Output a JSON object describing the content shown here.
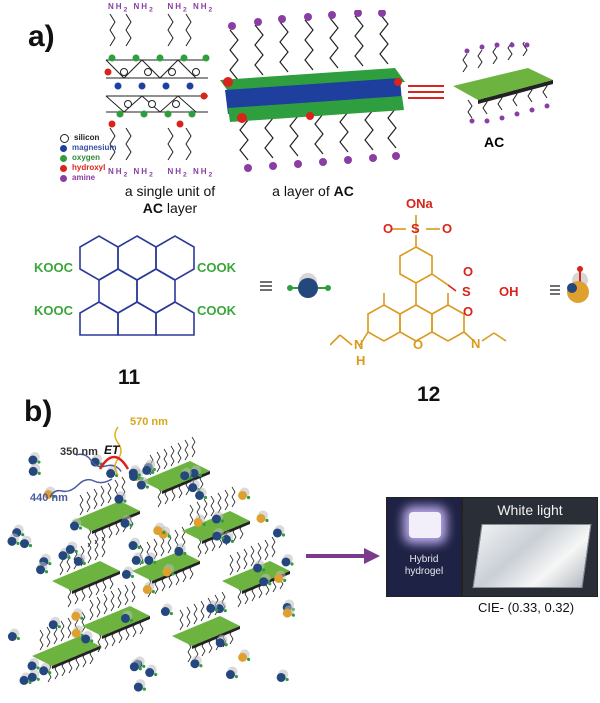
{
  "panel_a": {
    "label": "a)",
    "amine_top": [
      "NH",
      "NH",
      "NH",
      "NH"
    ],
    "amine_bottom": [
      "NH",
      "NH",
      "NH",
      "NH"
    ],
    "legend": [
      {
        "label": "silicon",
        "color": "#ffffff",
        "text_color": "#222222"
      },
      {
        "label": "magnesium",
        "color": "#1f3f9f",
        "text_color": "#3a4fa0"
      },
      {
        "label": "oxygen",
        "color": "#2e9e3e",
        "text_color": "#2e8a3a"
      },
      {
        "label": "hydroxyl",
        "color": "#d8241a",
        "text_color": "#d8241a"
      },
      {
        "label": "amine",
        "color": "#8a3ea3",
        "text_color": "#8a3ea3"
      }
    ],
    "caption_single_1": "a single unit of",
    "caption_single_bold": "AC",
    "caption_single_2": "layer",
    "caption_layer_1": "a layer of",
    "caption_layer_bold": "AC",
    "ac_label": "AC",
    "compound_11": {
      "number": "11",
      "groups": [
        "KOOC",
        "COOK",
        "KOOC",
        "COOK"
      ],
      "group_color": "#3aa63a"
    },
    "compound_12": {
      "number": "12",
      "ona": "ONa",
      "o_top": "O",
      "s_top": "S",
      "o_bottom": "O",
      "s_right": "S",
      "oh": "OH",
      "o_s_up": "O",
      "o_s_down": "O",
      "nh_n": "N",
      "nh_h": "H",
      "ring_o": "O",
      "imine_n": "N",
      "sulfonate_color": "#d8241a",
      "body_color": "#d99a1c"
    }
  },
  "panel_b": {
    "label": "b)",
    "excitation": "350 nm",
    "emission_yellow": "570 nm",
    "emission_blue": "440 nm",
    "et": "ET",
    "hydrogel_line1": "Hybrid",
    "hydrogel_line2": "hydrogel",
    "white_light": "White light",
    "cie": "CIE- (0.33, 0.32)"
  },
  "colors": {
    "sheet_green": "#6db33f",
    "blue_ball": "#24477e",
    "orange_ball": "#e0a030",
    "arrow_purple": "#7b3a8c",
    "et_red": "#d8241a",
    "yellow_wave": "#e0b020",
    "blue_wave": "#4a5aa0"
  }
}
